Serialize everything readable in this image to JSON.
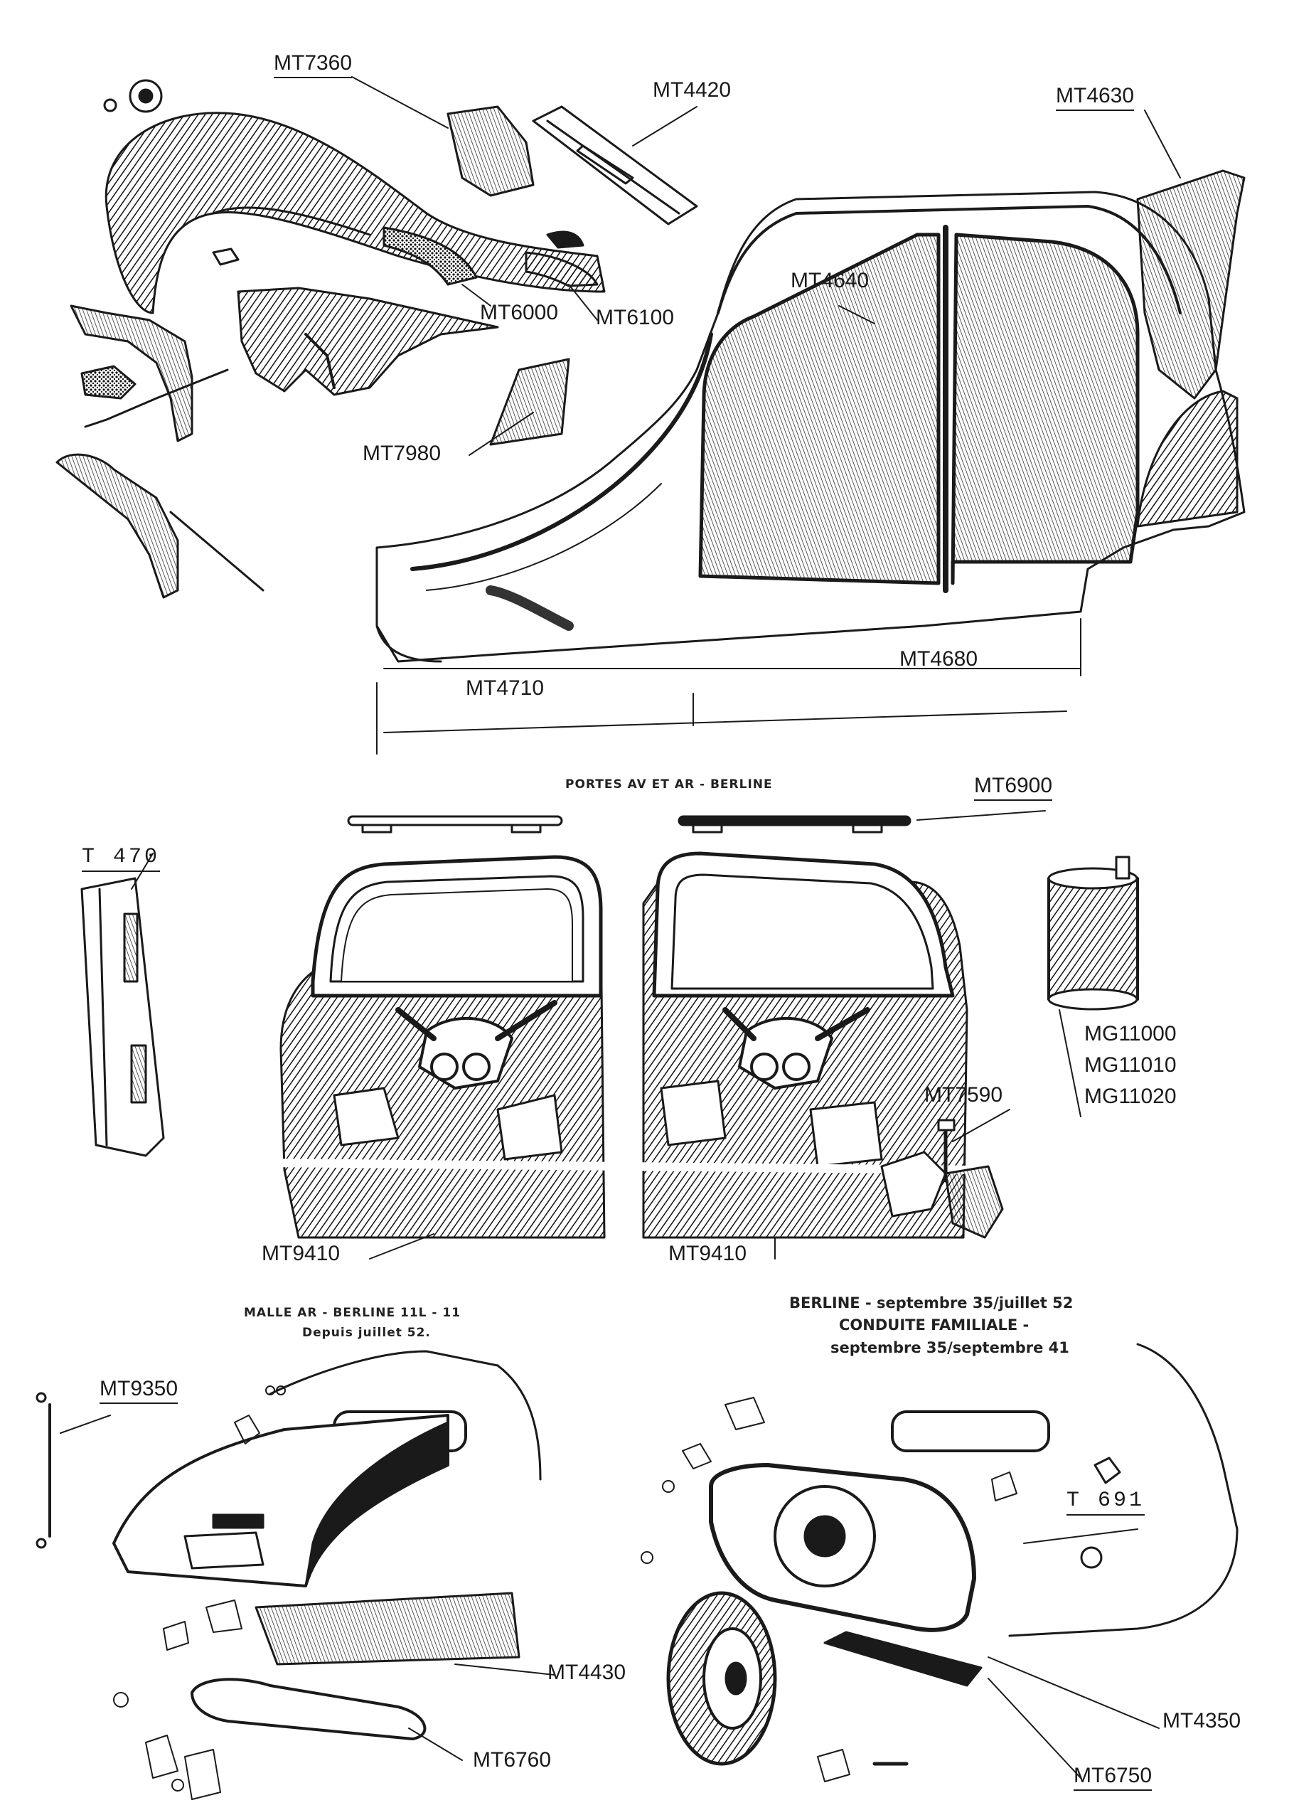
{
  "parts": {
    "mt7360": "MT7360",
    "mt4420": "MT4420",
    "mt4630": "MT4630",
    "mt4640": "MT4640",
    "mt6000": "MT6000",
    "mt6100": "MT6100",
    "mt7980": "MT7980",
    "mt4680": "MT4680",
    "mt4710": "MT4710",
    "mt6900": "MT6900",
    "t470": "T 470",
    "mg11000": "MG11000",
    "mg11010": "MG11010",
    "mg11020": "MG11020",
    "mt7590": "MT7590",
    "mt9410_left": "MT9410",
    "mt9410_right": "MT9410",
    "mt9350": "MT9350",
    "mt4430": "MT4430",
    "mt6760": "MT6760",
    "t691": "T 691",
    "mt4350": "MT4350",
    "mt6750": "MT6750"
  },
  "headings": {
    "doors": "PORTES AV ET AR - BERLINE",
    "trunk_line1": "MALLE AR - BERLINE 11L - 11",
    "trunk_line2": "Depuis juillet 52.",
    "berline_line1": "BERLINE - septembre 35/juillet 52",
    "berline_line2": "CONDUITE FAMILIALE -",
    "berline_line3": "septembre 35/septembre 41"
  },
  "colors": {
    "ink": "#1a1a1a",
    "paper": "#ffffff"
  }
}
